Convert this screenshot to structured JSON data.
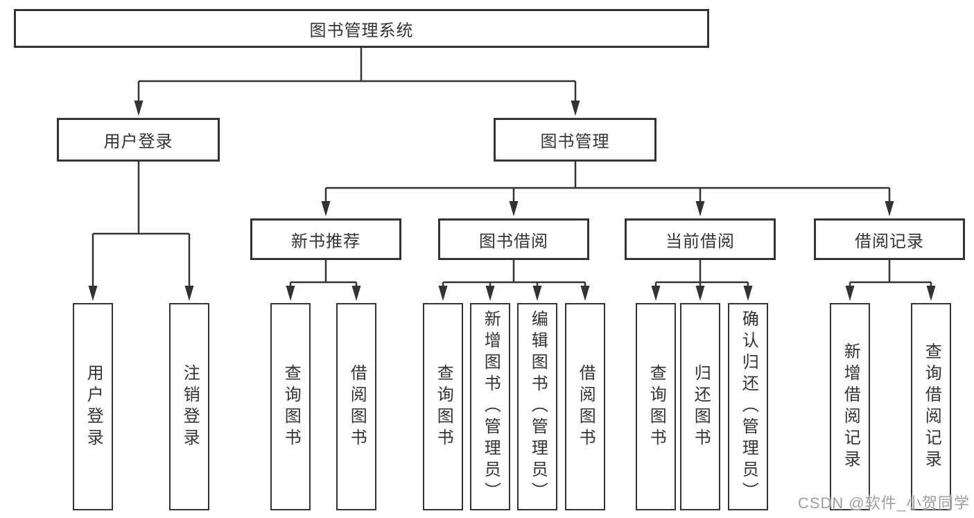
{
  "diagram": {
    "root": "图书管理系统",
    "level2": [
      "用户登录",
      "图书管理"
    ],
    "level3": [
      "新书推荐",
      "图书借阅",
      "当前借阅",
      "借阅记录"
    ],
    "leaves": {
      "user_login": [
        "用户登录",
        "注销登录"
      ],
      "new_book_recommend": [
        "查询图书",
        "借阅图书"
      ],
      "book_borrow": [
        "查询图书",
        "新增图书（管理员）",
        "编辑图书（管理员）",
        "借阅图书"
      ],
      "current_borrow": [
        "查询图书",
        "归还图书",
        "确认归还（管理员）"
      ],
      "borrow_records": [
        "新增借阅记录",
        "查询借阅记录"
      ]
    },
    "watermark": "CSDN @软件_小贺同学",
    "colors": {
      "line": "#333333",
      "box_background": "#ffffff",
      "text": "#333333",
      "watermark": "#9e9e9e"
    }
  }
}
